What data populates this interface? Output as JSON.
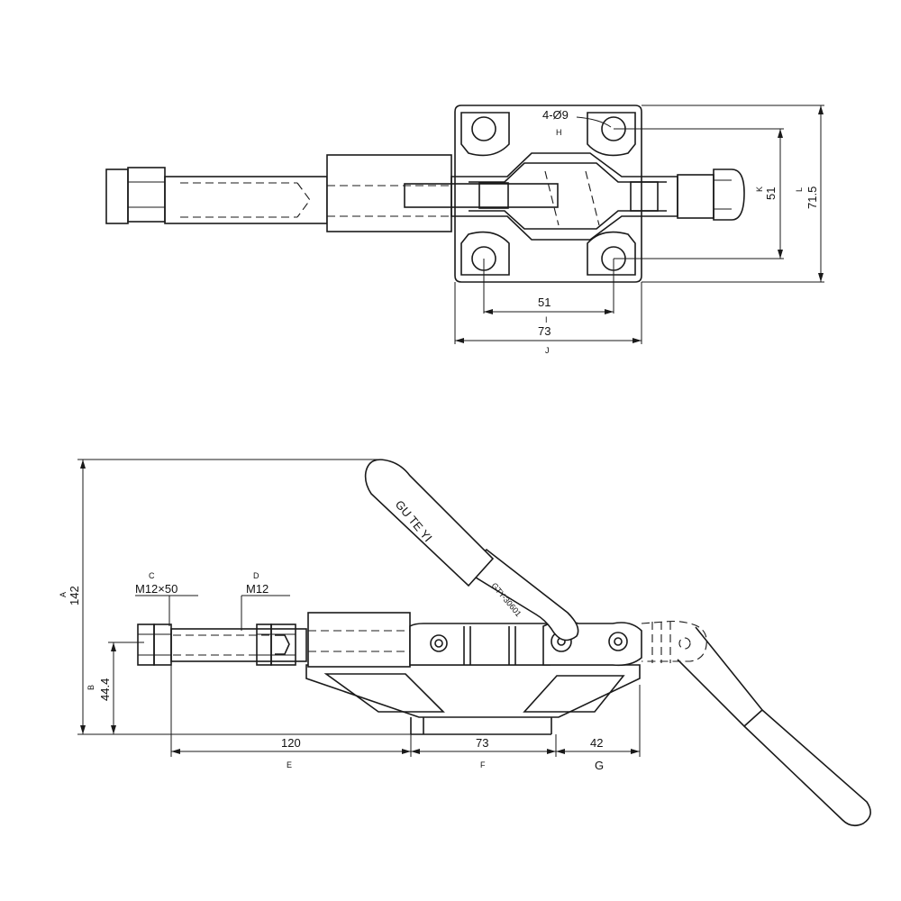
{
  "top_view": {
    "hole_note": "4-Ø9",
    "label_h": "H",
    "dim_inner_width": "51",
    "label_i": "I",
    "dim_outer_width": "73",
    "label_j": "J",
    "label_k": "K",
    "dim_inner_height": "51",
    "label_l": "L",
    "dim_outer_height": "71.5"
  },
  "side_view": {
    "label_a": "A",
    "dim_total_height": "142",
    "label_b": "B",
    "dim_rod_height": "44.4",
    "label_c": "C",
    "thread_c": "M12×50",
    "label_d": "D",
    "thread_d": "M12",
    "dim_e": "120",
    "label_e": "E",
    "dim_f": "73",
    "label_f": "F",
    "dim_g": "42",
    "label_g": "G",
    "brand": "GU TE YI",
    "model": "GTY-30601"
  },
  "colors": {
    "line": "#1a1a1a",
    "background": "#ffffff"
  }
}
